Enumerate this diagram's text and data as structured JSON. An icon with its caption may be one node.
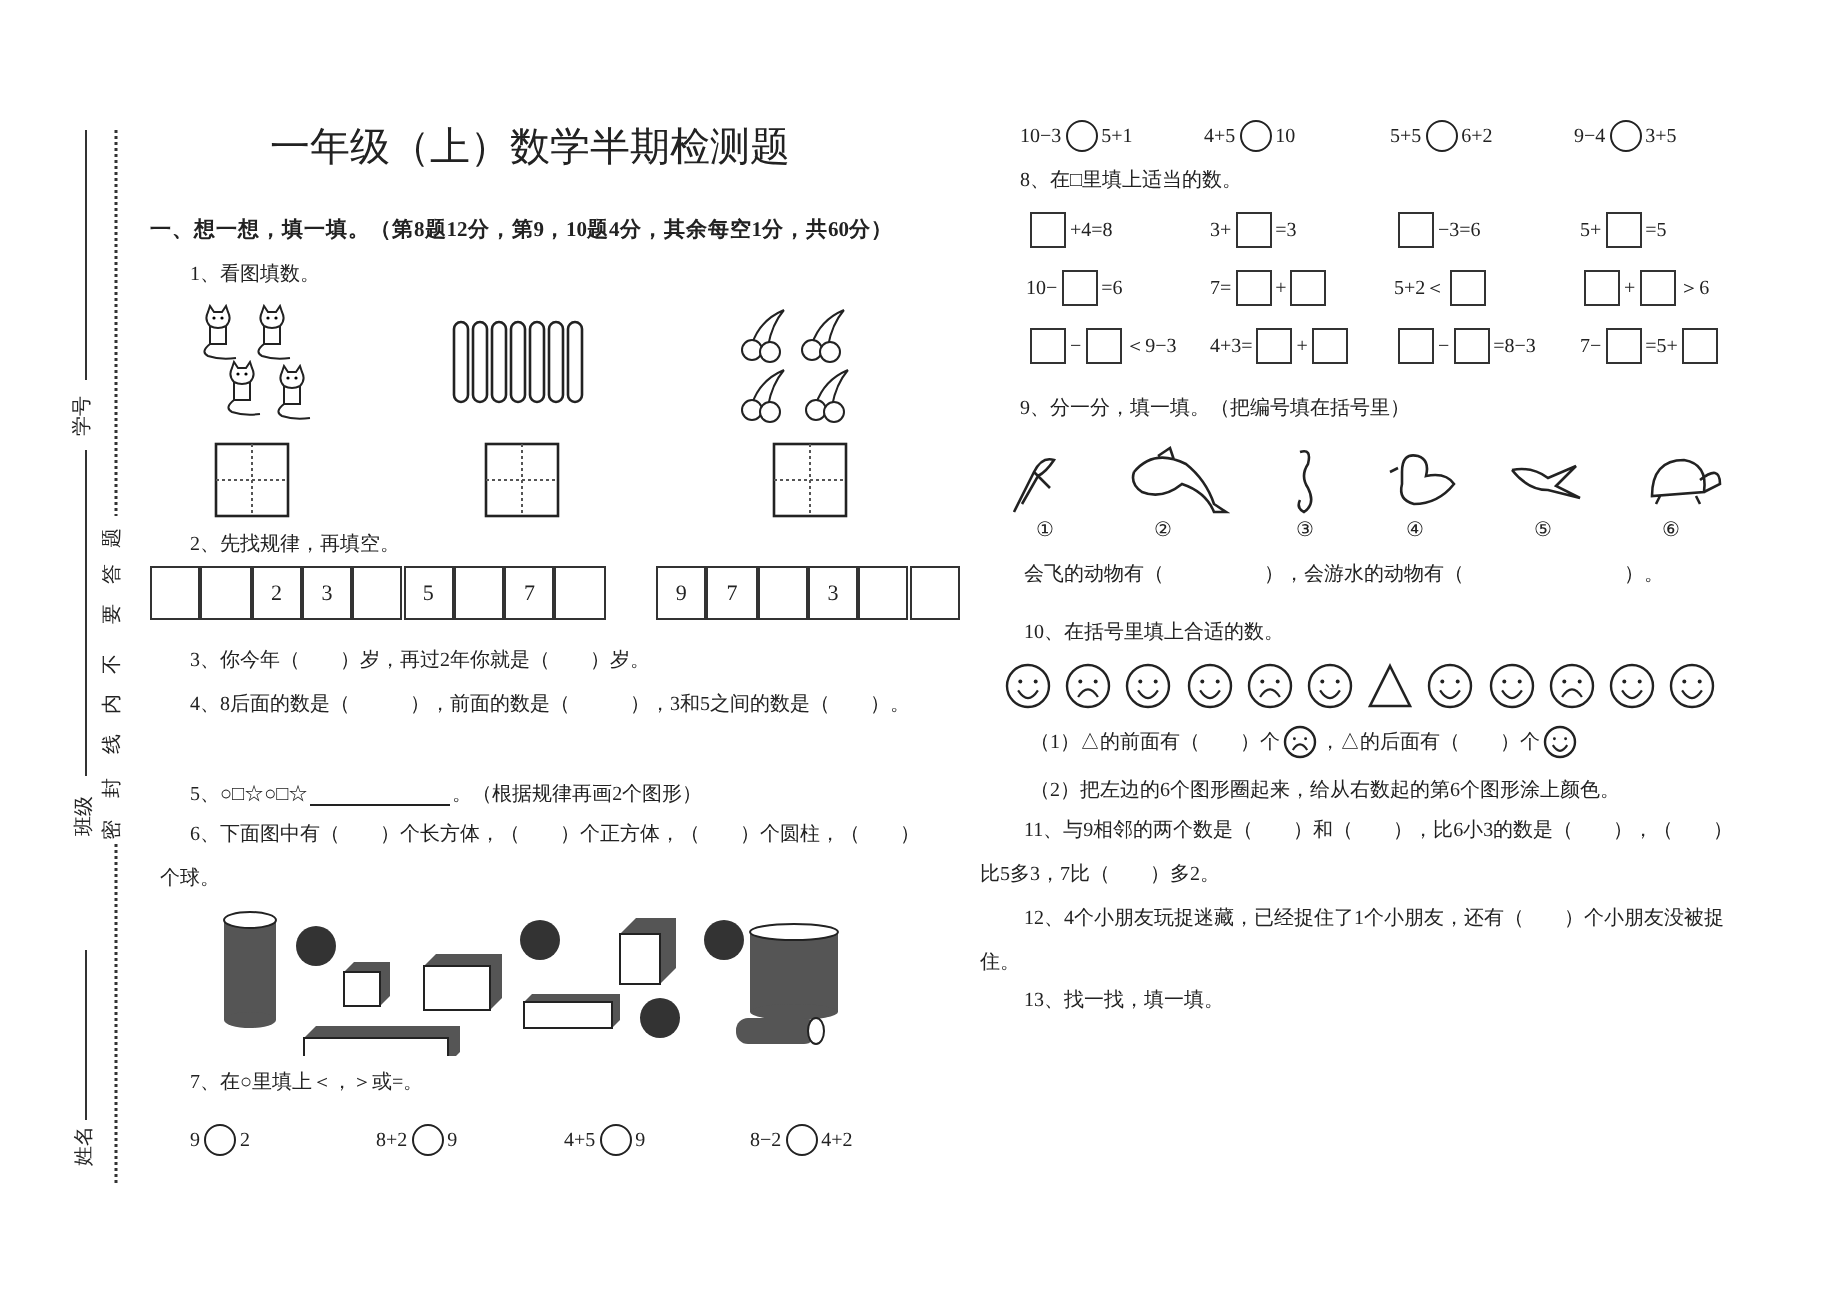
{
  "diagram": {
    "title": "一年级（上）数学半期检测题",
    "labels": [
      "学号",
      "题",
      "答",
      "要",
      "不",
      "内",
      "线",
      "封",
      "班级",
      "密",
      "姓名",
      "一、想一想，填一填。（第8题12分，第9，10题4分，其余每空1分，共60分）",
      "1、看图填数。",
      "2、先找规律，再填空。",
      "2",
      "3",
      "5",
      "7",
      "9",
      "7",
      "3",
      "3、你今年（　　）岁，再过2年你就是（　　）岁。",
      "4、8后面的数是（　　　），前面的数是（　　　），3和5之间的数是（　　）。",
      "5、○□☆○□☆",
      "。（根据规律再画2个图形）",
      "6、下面图中有（　　）个长方体，（　　）个正方体，（　　）个圆柱，（　　）个球。",
      "7、在○里填上＜，＞或=。",
      "9",
      "2",
      "8+2",
      "9",
      "4+5",
      "9",
      "8−2",
      "4+2",
      "10−3",
      "5+1",
      "4+5",
      "10",
      "5+5",
      "6+2",
      "9−4",
      "3+5",
      "8、在□里填上适当的数。",
      "+4=8",
      "3+",
      "=3",
      "−3=6",
      "5+",
      "=5",
      "10−",
      "=6",
      "7=",
      "+",
      "5+2＜",
      "+",
      "＞6",
      "−",
      "＜9−3",
      "4+3=",
      "+",
      "−",
      "=8−3",
      "7−",
      "=5+",
      "9、分一分，填一填。（把编号填在括号里）",
      "①",
      "②",
      "③",
      "④",
      "⑤",
      "⑥",
      "会飞的动物有（　　　　　），会游水的动物有（　　　　　　　　）。",
      "10、在括号里填上合适的数。",
      "（1）△的前面有（　　）个",
      "，△的后面有（　　）个",
      "（2）把左边的6个图形圈起来，给从右数起的第6个图形涂上颜色。",
      "11、与9相邻的两个数是（　　）和（　　），比6小3的数是（　　），（　　）比5多3，7比（　　）多2。",
      "12、4个小朋友玩捉迷藏，已经捉住了1个小朋友，还有（　　）个小朋友没被捉住。",
      "13、找一找，填一填。"
    ]
  }
}
